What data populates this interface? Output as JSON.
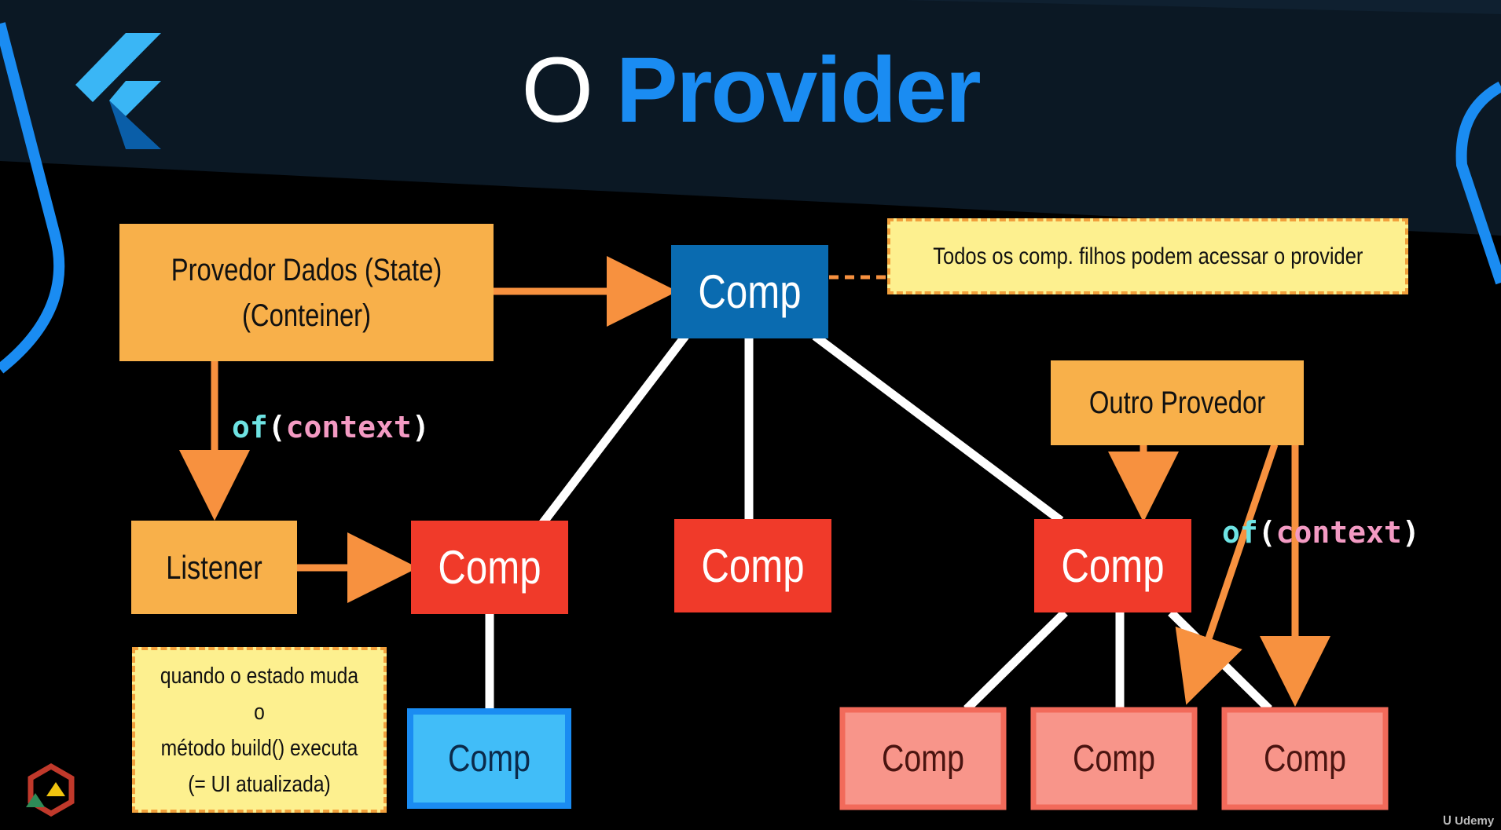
{
  "title": {
    "part1": "O",
    "part2": "Provider"
  },
  "nodes": {
    "provider_line1": "Provedor Dados (State)",
    "provider_line2": "(Conteiner)",
    "comp_root": "Comp",
    "listener": "Listener",
    "comp_left": "Comp",
    "comp_middle": "Comp",
    "comp_right": "Comp",
    "comp_left_child": "Comp",
    "comp_right_child1": "Comp",
    "comp_right_child2": "Comp",
    "comp_right_child3": "Comp",
    "outro_provedor": "Outro Provedor"
  },
  "notes": {
    "top": "Todos os comp. filhos podem acessar o provider",
    "bottom_line1": "quando o estado muda o",
    "bottom_line2": "método build() executa",
    "bottom_line3": "(= UI atualizada)"
  },
  "code_labels": {
    "left": {
      "fn": "of",
      "open": "(",
      "arg": "context",
      "close": ")"
    },
    "right": {
      "fn": "of",
      "open": "(",
      "arg": "context",
      "close": ")"
    }
  },
  "watermark": "Udemy",
  "colors": {
    "orange": "#f8b04a",
    "red": "#f03a2a",
    "blue_dark": "#0a6bb0",
    "blue_light": "#41bdf8",
    "salmon": "#f8958a",
    "arrow": "#f7913f",
    "note_bg": "#fdf08f",
    "banner": "#0b1824",
    "accent_blue": "#1a8cf2"
  }
}
